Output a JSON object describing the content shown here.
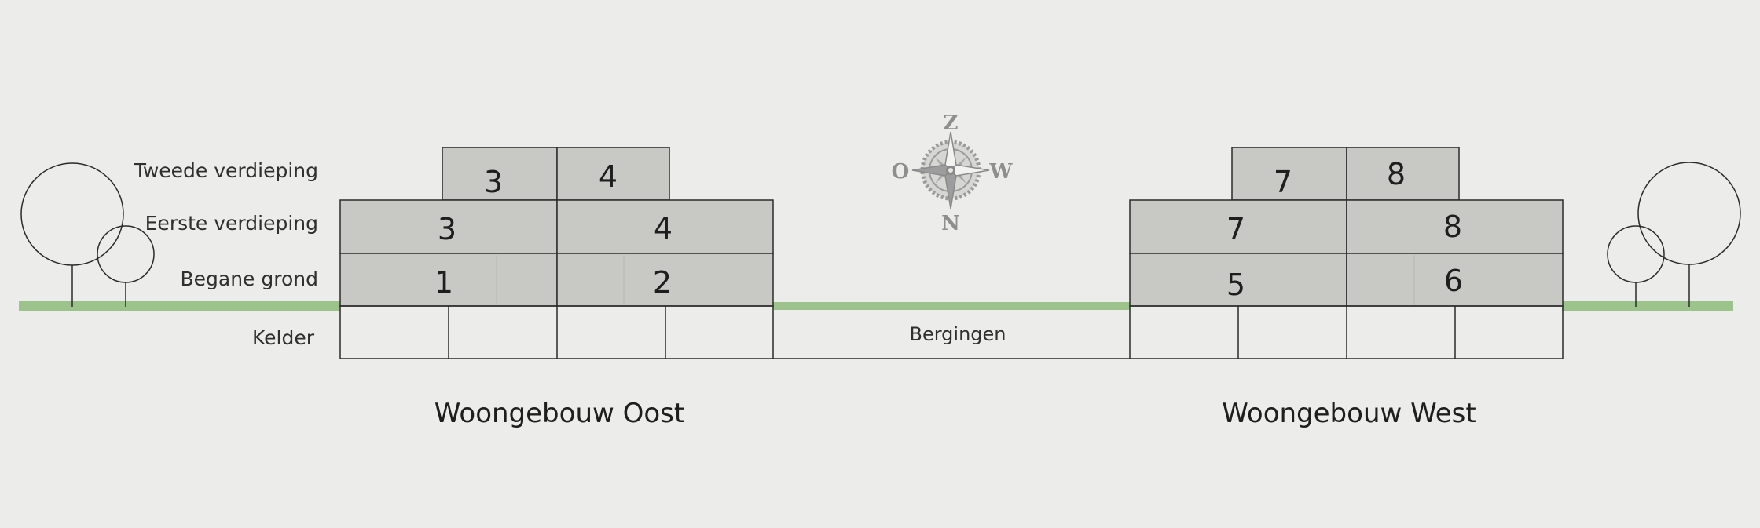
{
  "floor_labels": {
    "second": "Tweede verdieping",
    "first": "Eerste verdieping",
    "ground": "Begane grond",
    "cellar": "Kelder"
  },
  "buildings": {
    "east": {
      "name": "Woongebouw Oost",
      "second_floor": [
        "3",
        "4"
      ],
      "first_floor": [
        "3",
        "4"
      ],
      "ground_floor": [
        "1",
        "2"
      ]
    },
    "west": {
      "name": "Woongebouw West",
      "second_floor": [
        "7",
        "8"
      ],
      "first_floor": [
        "7",
        "8"
      ],
      "ground_floor": [
        "5",
        "6"
      ]
    }
  },
  "storage_label": "Bergingen",
  "compass": {
    "south": "Z",
    "west": "W",
    "north": "N",
    "east": "O"
  },
  "colors": {
    "background": "#ecedea",
    "unit_fill": "#c8c9c4",
    "ground": "#9cc38c",
    "compass": "#8e8e8e"
  }
}
